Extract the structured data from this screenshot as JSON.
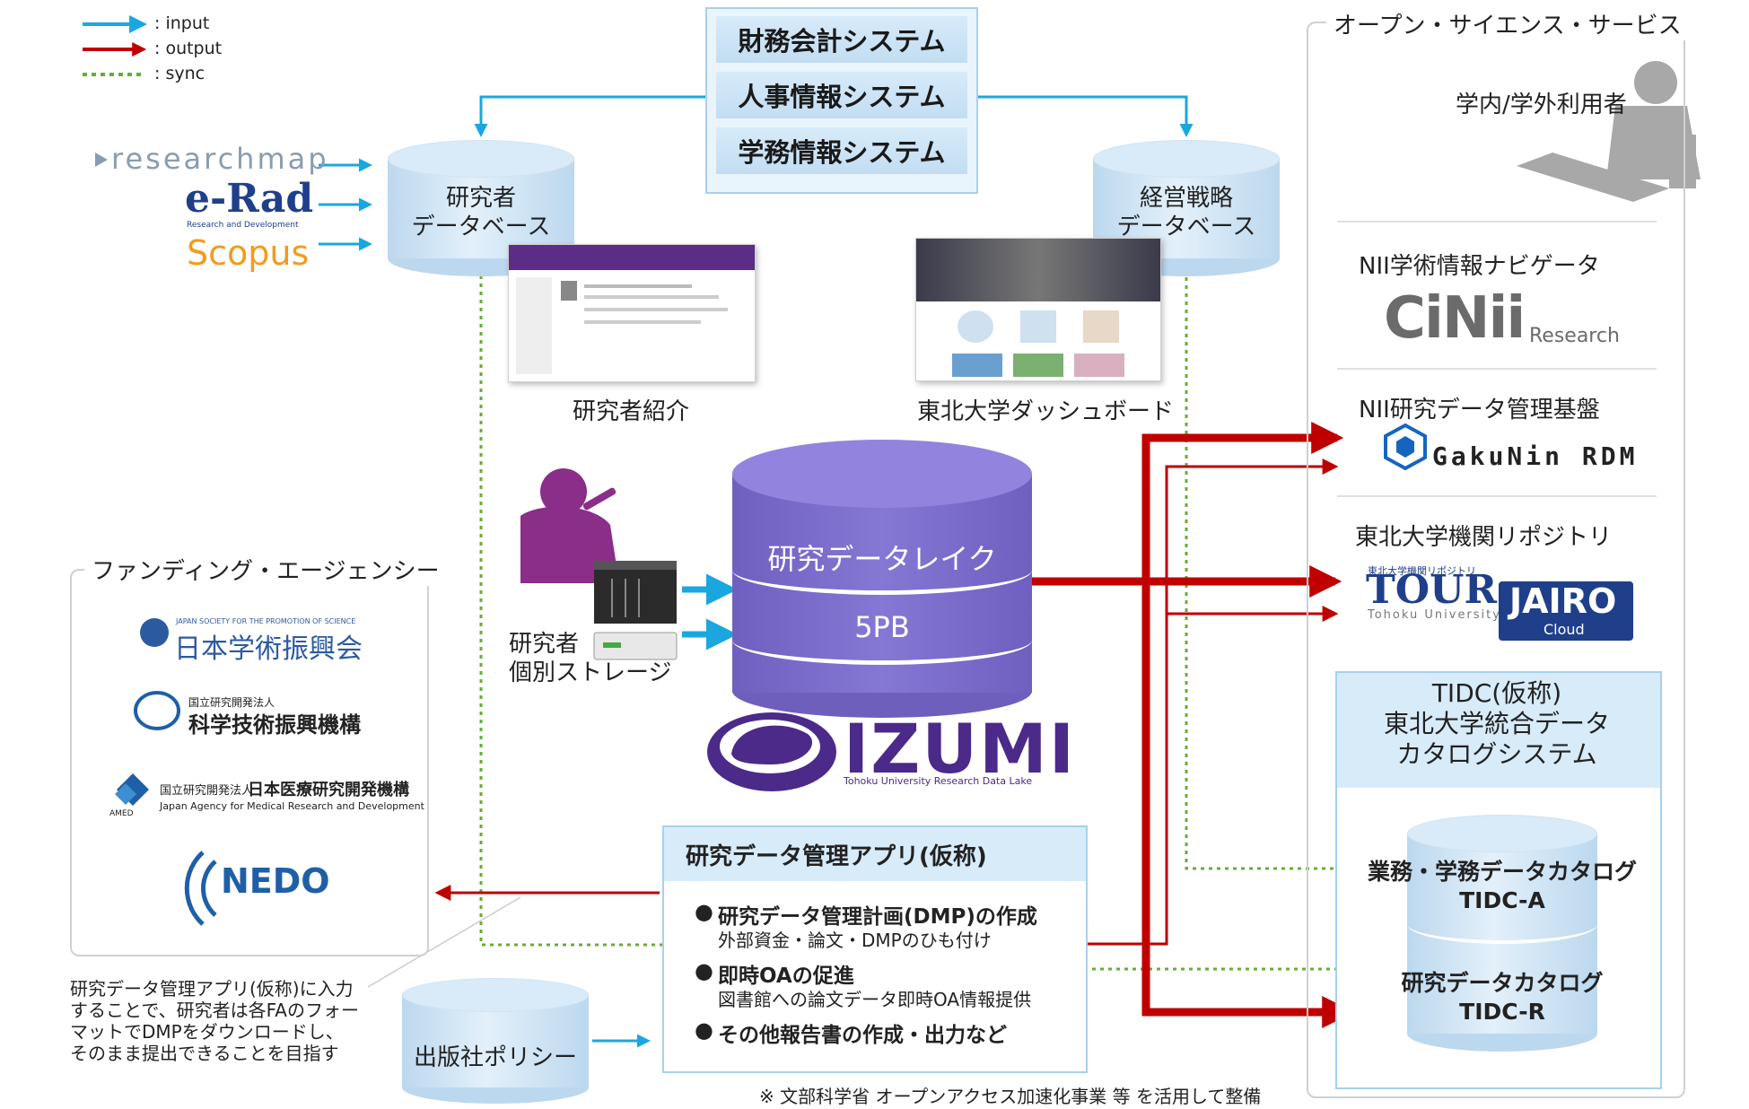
{
  "legend": [
    {
      "label": ": input",
      "color": "#1aa7e0",
      "style": "arrow"
    },
    {
      "label": ": output",
      "color": "#c00000",
      "style": "arrow"
    },
    {
      "label": ": sync",
      "color": "#6aab3a",
      "style": "dotted"
    }
  ],
  "top_systems": [
    "財務会計システム",
    "人事情報システム",
    "学務情報システム"
  ],
  "sources": {
    "researchmap": "researchmap",
    "erad": "e-Rad",
    "erad_sub": "Research and Development",
    "scopus": "Scopus"
  },
  "researcher_db": "研究者\nデータベース",
  "mgmt_db": "経営戦略\nデータベース",
  "researcher_intro": "研究者紹介",
  "dashboard": "東北大学ダッシュボード",
  "data_lake": {
    "title": "研究データレイク",
    "capacity": "5PB"
  },
  "izumi": {
    "name": "IZUMI",
    "tagline": "Tohoku University Research Data Lake"
  },
  "storage": "研究者\n個別ストレージ",
  "funding": {
    "title": "ファンディング・エージェンシー",
    "jsps_en": "JAPAN SOCIETY FOR THE PROMOTION OF SCIENCE",
    "jsps": "日本学術振興会",
    "jst_sub": "国立研究開発法人",
    "jst": "科学技術振興機構",
    "amed_sub": "国立研究開発法人",
    "amed": "日本医療研究開発機構",
    "amed_en": "Japan Agency for Medical Research and Development",
    "amed_logo": "AMED",
    "nedo": "NEDO"
  },
  "note": "研究データ管理アプリ(仮称)に入力\nすることで、研究者は各FAのフォー\nマットでDMPをダウンロードし、\nそのまま提出できることを目指す",
  "publisher_policy": "出版社ポリシー",
  "app": {
    "title": "研究データ管理アプリ(仮称)",
    "items": [
      {
        "main": "研究データ管理計画(DMP)の作成",
        "sub": "外部資金・論文・DMPのひも付け"
      },
      {
        "main": "即時OAの促進",
        "sub": "図書館への論文データ即時OA情報提供"
      },
      {
        "main": "その他報告書の作成・出力など",
        "sub": ""
      }
    ]
  },
  "footnote": "※ 文部科学省 オープンアクセス加速化事業 等 を活用して整備",
  "open_science": {
    "title": "オープン・サイエンス・サービス",
    "users": "学内/学外利用者",
    "nii_nav": "NII学術情報ナビゲータ",
    "cinii": "CiNii",
    "cinii_sub": "Research",
    "nii_rdm": "NII研究データ管理基盤",
    "gakunin": "GakuNin RDM",
    "repo": "東北大学機関リポジトリ",
    "tour": "TOUR",
    "tour_top": "東北大学機関リポジトリ",
    "tour_sub": "Tohoku University",
    "jairo": "JAIRO",
    "jairo_sub": "Cloud",
    "tidc": "TIDC(仮称)\n東北大学統合データ\nカタログシステム",
    "tidc_a": "業務・学務データカタログ\nTIDC-A",
    "tidc_r": "研究データカタログ\nTIDC-R"
  },
  "colors": {
    "input": "#1aa7e0",
    "output": "#c00000",
    "sync": "#6aab3a",
    "lake": "#7b6fc6",
    "izumi": "#4b2a8a"
  }
}
